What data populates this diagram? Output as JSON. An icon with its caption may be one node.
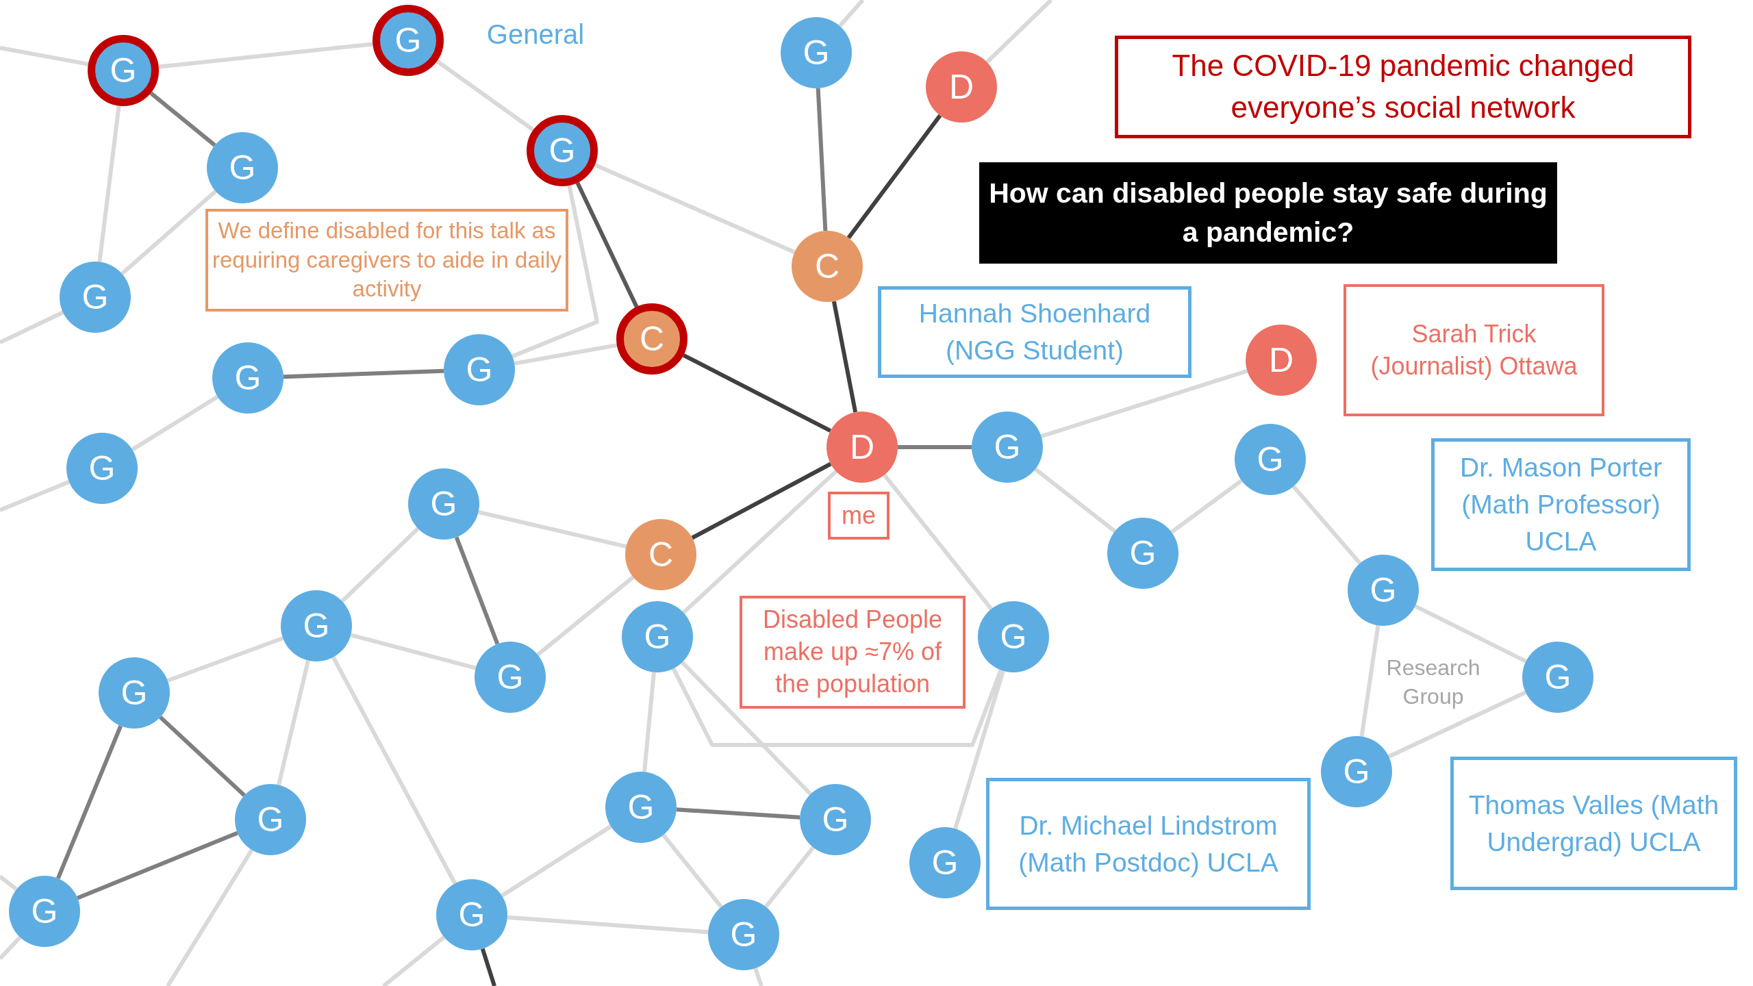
{
  "diagram": {
    "nodes": [
      {
        "text": [
          "G"
        ]
      },
      {
        "text": [
          "G"
        ]
      },
      {
        "text": [
          "G"
        ]
      },
      {
        "text": [
          "D"
        ]
      },
      {
        "text": [
          "G"
        ]
      },
      {
        "text": [
          "G"
        ]
      },
      {
        "text": [
          "C"
        ]
      },
      {
        "text": [
          "G"
        ]
      },
      {
        "text": [
          "G"
        ]
      },
      {
        "text": [
          "C"
        ]
      },
      {
        "text": [
          "G"
        ]
      },
      {
        "text": [
          "D"
        ]
      },
      {
        "text": [
          "G"
        ]
      },
      {
        "text": [
          "D"
        ]
      },
      {
        "text": [
          "G"
        ]
      },
      {
        "text": [
          "G"
        ]
      },
      {
        "text": [
          "C"
        ]
      },
      {
        "text": [
          "G"
        ]
      },
      {
        "text": [
          "G"
        ]
      },
      {
        "text": [
          "G"
        ]
      },
      {
        "text": [
          "G"
        ]
      },
      {
        "text": [
          "G"
        ]
      },
      {
        "text": [
          "G"
        ]
      },
      {
        "text": [
          "G"
        ]
      },
      {
        "text": [
          "G"
        ]
      },
      {
        "text": [
          "G"
        ]
      },
      {
        "text": [
          "G"
        ]
      },
      {
        "text": [
          "G"
        ]
      },
      {
        "text": [
          "G"
        ]
      },
      {
        "text": [
          "G"
        ]
      },
      {
        "text": [
          "G"
        ]
      },
      {
        "text": [
          "G"
        ]
      },
      {
        "text": [
          "G"
        ]
      },
      {
        "text": [
          "G"
        ]
      },
      {
        "text": [
          "The COVID-19 pandemic changed everyone’s social network"
        ]
      },
      {
        "text": [
          "How can disabled people stay safe during a pandemic?"
        ]
      },
      {
        "text": [
          "We define disabled for this talk as requiring caregivers to aide in daily activity"
        ]
      },
      {
        "text": [
          "Hannah Shoenhard (NGG Student)"
        ]
      },
      {
        "text": [
          "Sarah Trick (Journalist) Ottawa"
        ]
      },
      {
        "text": [
          "Dr. Mason Porter (Math Professor) UCLA"
        ]
      },
      {
        "text": [
          "me"
        ]
      },
      {
        "text": [
          "Disabled People make up ≈7% of the population"
        ]
      },
      {
        "text": [
          "Dr. Michael Lindstrom (Math Postdoc) UCLA"
        ]
      },
      {
        "text": [
          "Thomas Valles (Math Undergrad) UCLA"
        ]
      }
    ],
    "edges": [
      {
        "from": 0,
        "to": 1,
        "arrow": "none"
      },
      {
        "from": 0,
        "to": 5,
        "arrow": "none",
        "color": "#7f7f7f"
      },
      {
        "from": 0,
        "to": 7,
        "arrow": "none"
      },
      {
        "from": 1,
        "to": 4,
        "arrow": "none"
      },
      {
        "from": 4,
        "to": 9,
        "arrow": "none",
        "color": "#595959"
      },
      {
        "from": 4,
        "to": 6,
        "arrow": "none"
      },
      {
        "from": 4,
        "to": 8,
        "arrow": "none"
      },
      {
        "from": 5,
        "to": 7,
        "arrow": "none"
      },
      {
        "from": 8,
        "to": 10,
        "arrow": "none",
        "color": "#7f7f7f"
      },
      {
        "from": 8,
        "to": 9,
        "arrow": "none"
      },
      {
        "from": 10,
        "to": 14,
        "arrow": "none"
      },
      {
        "from": 9,
        "to": 11,
        "arrow": "none",
        "color": "#404040"
      },
      {
        "from": 6,
        "to": 11,
        "arrow": "none",
        "color": "#404040"
      },
      {
        "from": 2,
        "to": 6,
        "arrow": "none",
        "color": "#7f7f7f"
      },
      {
        "from": 3,
        "to": 6,
        "arrow": "none",
        "color": "#404040"
      },
      {
        "from": 11,
        "to": 12,
        "arrow": "none",
        "color": "#7f7f7f"
      },
      {
        "from": 11,
        "to": 16,
        "arrow": "none",
        "color": "#404040"
      },
      {
        "from": 11,
        "to": 21,
        "arrow": "none"
      },
      {
        "from": 11,
        "to": 22,
        "arrow": "none"
      },
      {
        "from": 12,
        "to": 13,
        "arrow": "none"
      },
      {
        "from": 12,
        "to": 18,
        "arrow": "none"
      },
      {
        "from": 18,
        "to": 17,
        "arrow": "none"
      },
      {
        "from": 17,
        "to": 23,
        "arrow": "none"
      },
      {
        "from": 23,
        "to": 24,
        "arrow": "none"
      },
      {
        "from": 23,
        "to": 29,
        "arrow": "none"
      },
      {
        "from": 29,
        "to": 24,
        "arrow": "none"
      },
      {
        "from": 15,
        "to": 16,
        "arrow": "none"
      },
      {
        "from": 15,
        "to": 20,
        "arrow": "none",
        "color": "#7f7f7f"
      },
      {
        "from": 15,
        "to": 19,
        "arrow": "none"
      },
      {
        "from": 16,
        "to": 20,
        "arrow": "none"
      },
      {
        "from": 19,
        "to": 20,
        "arrow": "none"
      },
      {
        "from": 19,
        "to": 25,
        "arrow": "none"
      },
      {
        "from": 19,
        "to": 26,
        "arrow": "none"
      },
      {
        "from": 19,
        "to": 32,
        "arrow": "none"
      },
      {
        "from": 25,
        "to": 26,
        "arrow": "none",
        "color": "#7f7f7f"
      },
      {
        "from": 25,
        "to": 31,
        "arrow": "none",
        "color": "#7f7f7f"
      },
      {
        "from": 26,
        "to": 31,
        "arrow": "none",
        "color": "#7f7f7f"
      },
      {
        "from": 21,
        "to": 27,
        "arrow": "none"
      },
      {
        "from": 21,
        "to": 22,
        "arrow": "none"
      },
      {
        "from": 21,
        "to": 28,
        "arrow": "none"
      },
      {
        "from": 22,
        "to": 30,
        "arrow": "none"
      },
      {
        "from": 27,
        "to": 28,
        "arrow": "none",
        "color": "#7f7f7f"
      },
      {
        "from": 27,
        "to": 33,
        "arrow": "none"
      },
      {
        "from": 28,
        "to": 33,
        "arrow": "none"
      },
      {
        "from": 27,
        "to": 32,
        "arrow": "none"
      },
      {
        "from": 32,
        "to": 33,
        "arrow": "none"
      },
      {
        "from": null,
        "to": 0,
        "arrow": "none"
      },
      {
        "from": null,
        "to": 7,
        "arrow": "none"
      },
      {
        "from": null,
        "to": 14,
        "arrow": "none"
      },
      {
        "from": null,
        "to": 2,
        "arrow": "none"
      },
      {
        "from": null,
        "to": 3,
        "arrow": "none"
      },
      {
        "from": null,
        "to": 31,
        "arrow": "none"
      },
      {
        "from": null,
        "to": 31,
        "arrow": "none"
      },
      {
        "from": null,
        "to": 26,
        "arrow": "none"
      },
      {
        "from": null,
        "to": 32,
        "arrow": "none",
        "color": "#404040"
      },
      {
        "from": null,
        "to": 32,
        "arrow": "none"
      },
      {
        "from": null,
        "to": 33,
        "arrow": "none"
      }
    ],
    "labels": [
      "General",
      "Research Group"
    ]
  }
}
